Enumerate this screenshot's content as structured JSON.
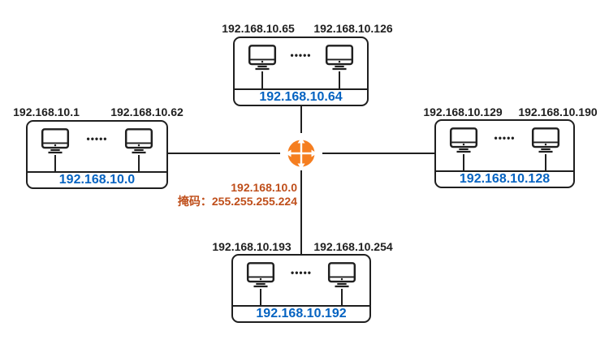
{
  "subnets": [
    {
      "position": "top",
      "first_host": "192.168.10.65",
      "last_host": "192.168.10.126",
      "network": "192.168.10.64"
    },
    {
      "position": "left",
      "first_host": "192.168.10.1",
      "last_host": "192.168.10.62",
      "network": "192.168.10.0"
    },
    {
      "position": "right",
      "first_host": "192.168.10.129",
      "last_host": "192.168.10.190",
      "network": "192.168.10.128"
    },
    {
      "position": "bottom",
      "first_host": "192.168.10.193",
      "last_host": "192.168.10.254",
      "network": "192.168.10.192"
    }
  ],
  "center": {
    "network": "192.168.10.0",
    "mask": "掩码：255.255.255.224"
  },
  "dots": "•••••",
  "icons": {
    "router": "router-4way-arrows-icon",
    "computer": "computer-icon"
  },
  "colors": {
    "line": "#1f1f1f",
    "network_blue": "#0563C1",
    "router_orange": "#F57E20",
    "label_orange": "#BF4E1A"
  }
}
